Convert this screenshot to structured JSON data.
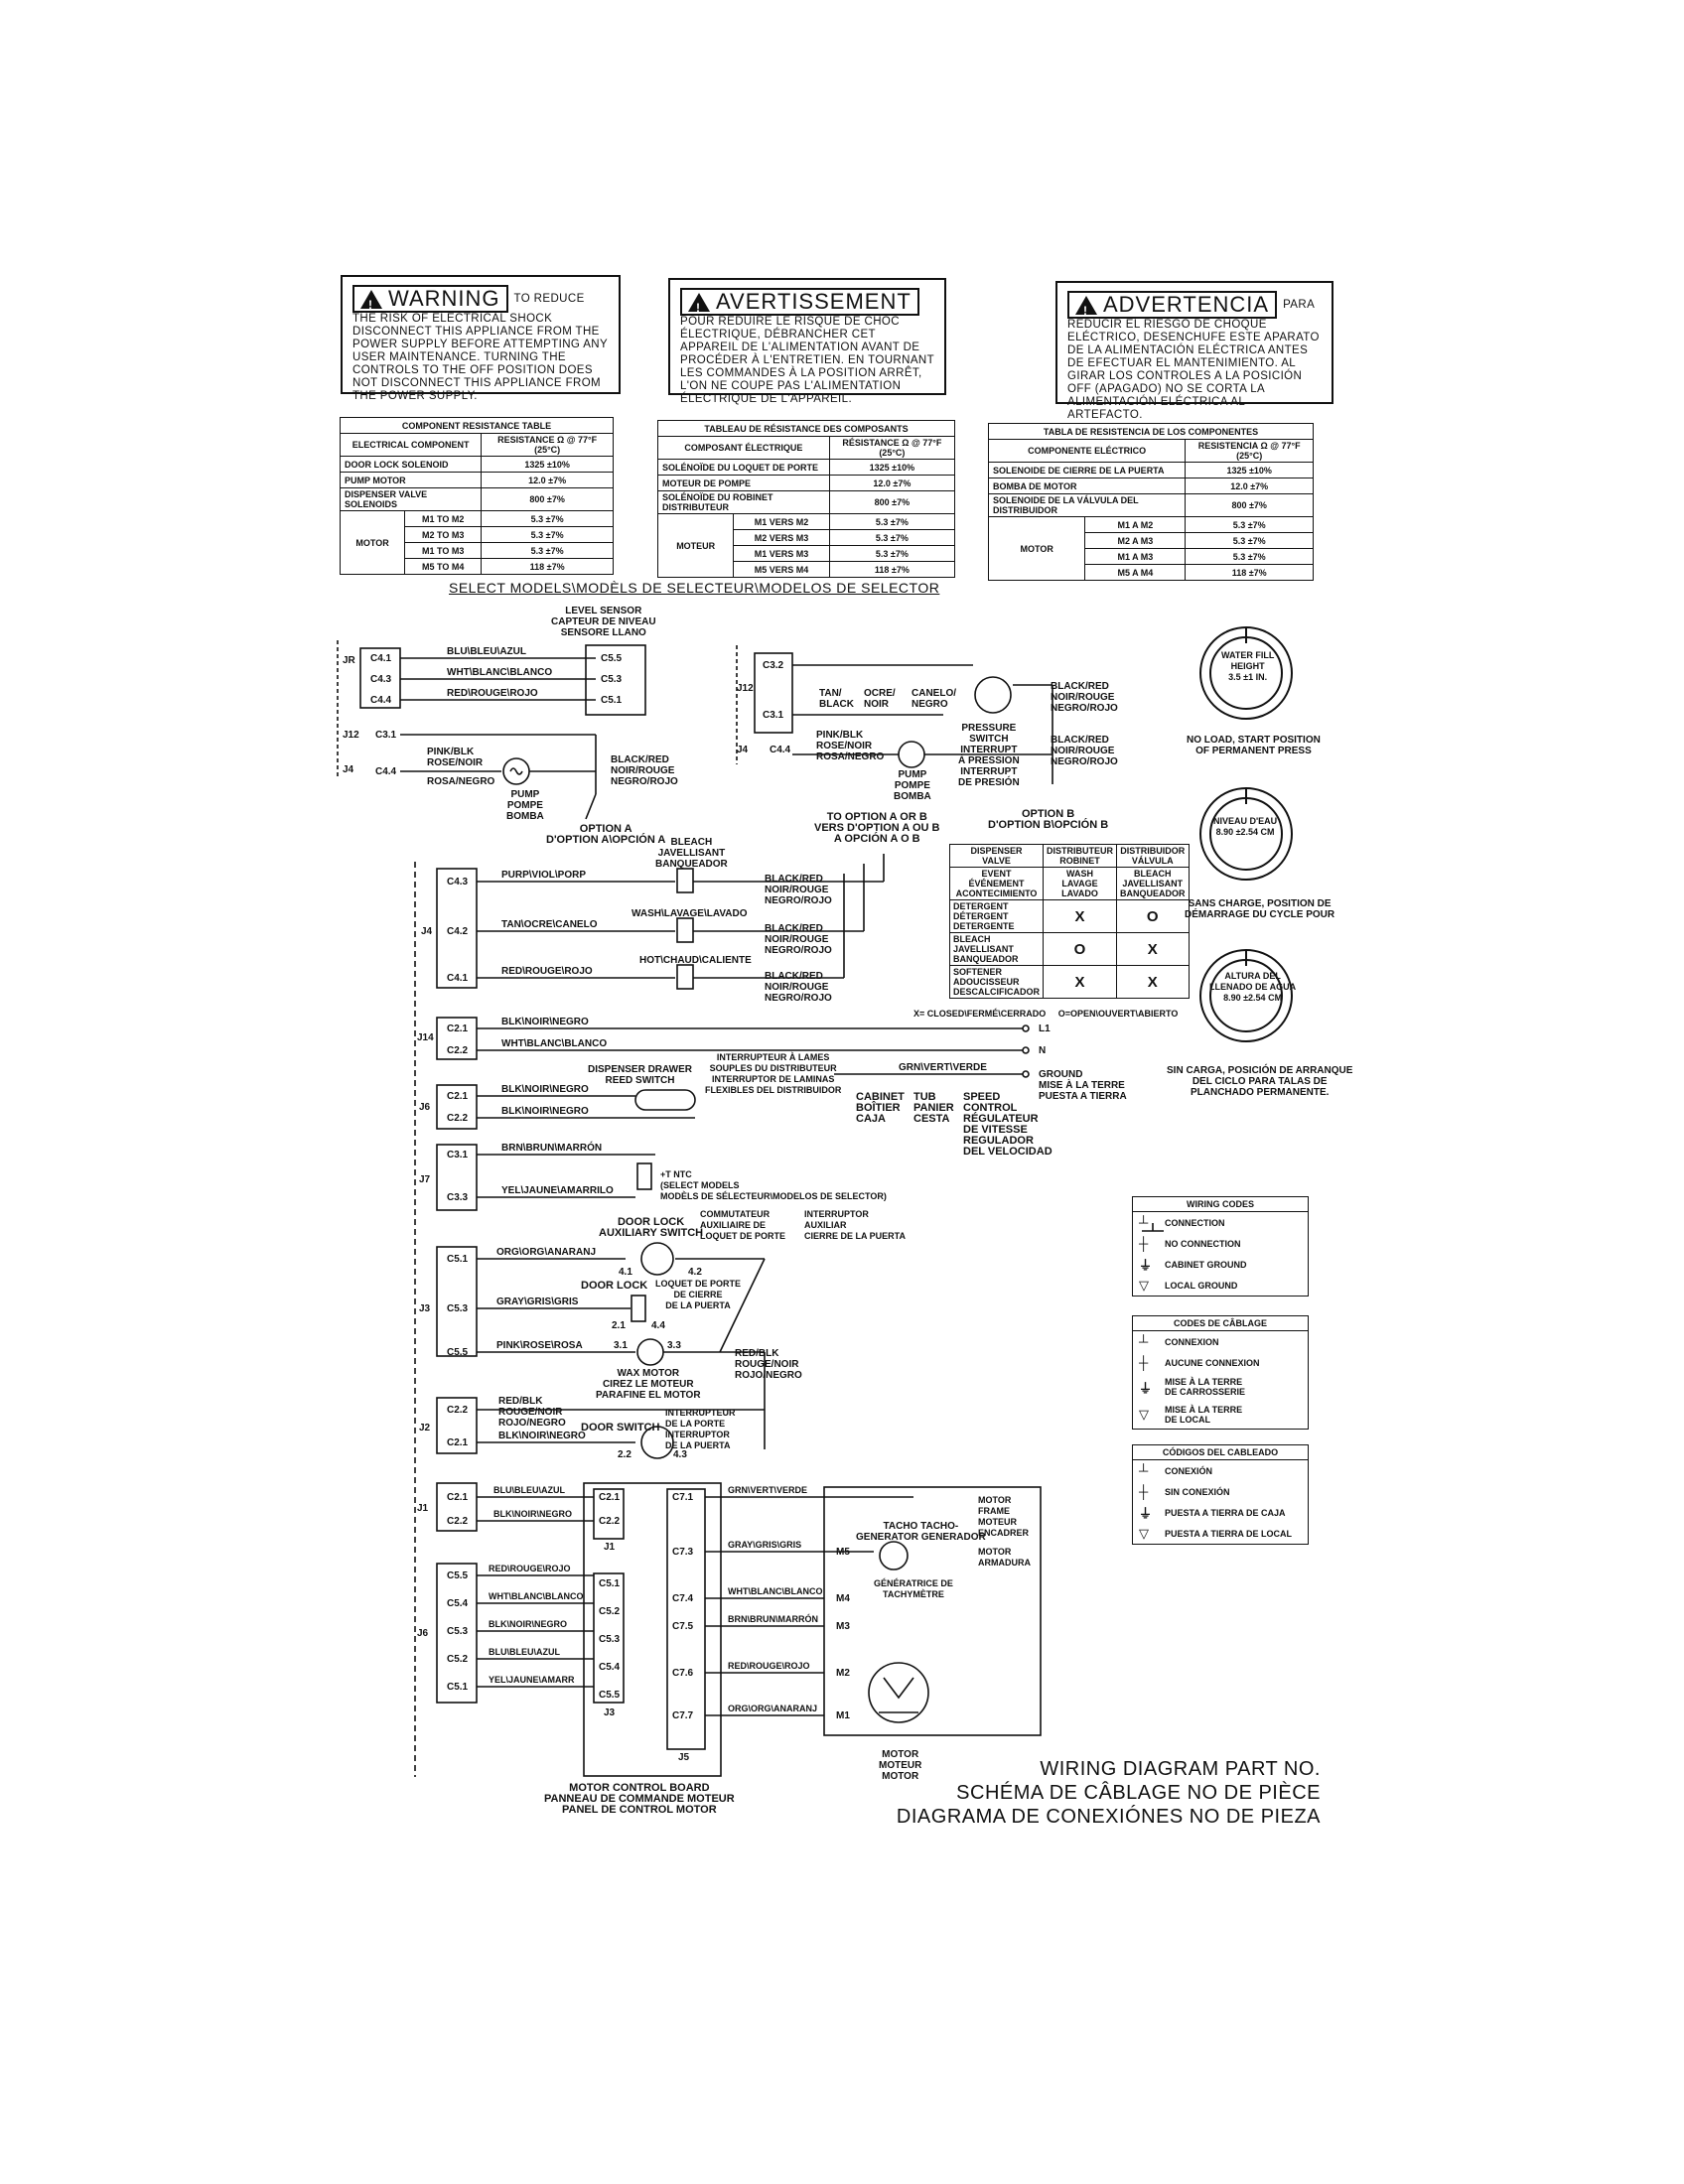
{
  "warnings": {
    "en": {
      "header": "WARNING",
      "text": "TO REDUCE THE RISK OF ELECTRICAL SHOCK DISCONNECT THIS APPLIANCE FROM THE POWER SUPPLY BEFORE ATTEMPTING ANY USER MAINTENANCE. TURNING THE CONTROLS TO THE OFF POSITION DOES NOT DISCONNECT THIS APPLIANCE FROM THE POWER SUPPLY."
    },
    "fr": {
      "header": "AVERTISSEMENT",
      "text": "POUR RÉDUIRE LE RISQUE DE CHOC ÉLECTRIQUE, DÉBRANCHER CET APPAREIL DE L'ALIMENTATION AVANT DE PROCÉDER À L'ENTRETIEN. EN TOURNANT LES COMMANDES À LA POSITION ARRÊT, L'ON NE COUPE PAS L'ALIMENTATION ÉLECTRIQUE DE L'APPAREIL."
    },
    "es": {
      "header": "ADVERTENCIA",
      "text": "PARA REDUCIR EL RIESGO DE CHOQUE ELÉCTRICO, DESENCHUFE ESTE APARATO DE LA ALIMENTACIÓN ELÉCTRICA ANTES DE EFECTUAR EL MANTENIMIENTO. AL GIRAR LOS CONTROLES A LA POSICIÓN OFF (APAGADO) NO SE CORTA LA ALIMENTACIÓN ELÉCTRICA AL ARTEFACTO."
    }
  },
  "resistance_tables": {
    "en": {
      "title": "COMPONENT RESISTANCE TABLE",
      "col1": "ELECTRICAL COMPONENT",
      "col2": "RESISTANCE Ω @ 77°F (25°C)",
      "rows": [
        [
          "DOOR LOCK SOLENOID",
          "1325 ±10%"
        ],
        [
          "PUMP MOTOR",
          "12.0 ±7%"
        ],
        [
          "DISPENSER VALVE SOLENOIDS",
          "800 ±7%"
        ]
      ],
      "motor": "MOTOR",
      "motor_rows": [
        [
          "M1 TO M2",
          "5.3 ±7%"
        ],
        [
          "M2 TO M3",
          "5.3 ±7%"
        ],
        [
          "M1 TO M3",
          "5.3 ±7%"
        ],
        [
          "M5 TO M4",
          "118 ±7%"
        ]
      ]
    },
    "fr": {
      "title": "TABLEAU DE RÉSISTANCE DES COMPOSANTS",
      "col1": "COMPOSANT ÉLECTRIQUE",
      "col2": "RÉSISTANCE Ω @ 77°F (25°C)",
      "rows": [
        [
          "SOLÉNOÏDE DU LOQUET DE PORTE",
          "1325 ±10%"
        ],
        [
          "MOTEUR DE POMPE",
          "12.0 ±7%"
        ],
        [
          "SOLÉNOÏDE DU ROBINET DISTRIBUTEUR",
          "800 ±7%"
        ]
      ],
      "motor": "MOTEUR",
      "motor_rows": [
        [
          "M1 VERS M2",
          "5.3 ±7%"
        ],
        [
          "M2 VERS M3",
          "5.3 ±7%"
        ],
        [
          "M1 VERS M3",
          "5.3 ±7%"
        ],
        [
          "M5 VERS M4",
          "118 ±7%"
        ]
      ]
    },
    "es": {
      "title": "TABLA DE RESISTENCIA DE LOS COMPONENTES",
      "col1": "COMPONENTE ELÉCTRICO",
      "col2": "RESISTENCIA Ω @ 77°F (25°C)",
      "rows": [
        [
          "SOLENOIDE DE CIERRE DE LA PUERTA",
          "1325 ±10%"
        ],
        [
          "BOMBA DE MOTOR",
          "12.0 ±7%"
        ],
        [
          "SOLENOIDE DE LA VÁLVULA DEL DISTRIBUIDOR",
          "800 ±7%"
        ]
      ],
      "motor": "MOTOR",
      "motor_rows": [
        [
          "M1 A M2",
          "5.3 ±7%"
        ],
        [
          "M2 A M3",
          "5.3 ±7%"
        ],
        [
          "M1 A M3",
          "5.3 ±7%"
        ],
        [
          "M5 A M4",
          "118 ±7%"
        ]
      ]
    }
  },
  "select_models": "SELECT MODELS\\MODÈLS DE SELECTEUR\\MODELOS DE SELECTOR",
  "option_a": {
    "level_sensor": "LEVEL SENSOR\nCAPTEUR DE NIVEAU\nSENSORE LLANO",
    "wires": [
      "BLU\\BLEU\\AZUL",
      "WHT\\BLANC\\BLANCO",
      "RED\\ROUGE\\ROJO"
    ],
    "pins_left": [
      "C4.1",
      "C4.3",
      "C4.4"
    ],
    "pins_right": [
      "C5.5",
      "C5.3",
      "C5.1"
    ],
    "j12": "J12",
    "c31": "C3.1",
    "j4": "J4",
    "c44": "C4.4",
    "jr": "JR",
    "pink": "PINK/BLK\nROSE/NOIR",
    "rosa": "ROSA/NEGRO",
    "black": "BLACK/RED\nNOIR/ROUGE\nNEGRO/ROJO",
    "pump": "PUMP\nPOMPE\nBOMBA",
    "caption": "OPTION A\nD'OPTION A\\OPCIÓN A"
  },
  "option_b": {
    "pins": [
      "C3.2",
      "C3.1",
      "C4.4"
    ],
    "j12": "J12",
    "j4": "J4",
    "tan": "TAN/\nBLACK",
    "ocre": "OCRE/\nNOIR",
    "canelo": "CANELO/\nNEGRO",
    "pink": "PINK/BLK\nROSE/NOIR\nROSA/NEGRO",
    "black1": "BLACK/RED\nNOIR/ROUGE\nNEGRO/ROJO",
    "black2": "BLACK/RED\nNOIR/ROUGE\nNEGRO/ROJO",
    "pressure": "PRESSURE\nSWITCH\nINTERRUPT\nÀ PRESSION\nINTERRUPT\nDE PRESIÓN",
    "pump": "PUMP\nPOMPE\nBOMBA",
    "caption": "OPTION B\nD'OPTION B\\OPCIÓN B"
  },
  "dispenser": {
    "to_option": "TO OPTION A OR B\nVERS D'OPTION A OU B\nA OPCIÓN A O B",
    "bleach": "BLEACH\nJAVELLISANT\nBANQUEADOR",
    "wash": "WASH\\LAVAGE\\LAVADO",
    "hot": "HOT\\CHAUD\\CALIENTE",
    "wires": [
      "PURP\\VIOL\\PORP",
      "TAN\\OCRE\\CANELO",
      "RED\\ROUGE\\ROJO"
    ],
    "pins": [
      "C4.3",
      "C4.2",
      "C4.1"
    ],
    "j4": "J4",
    "blacks": [
      "BLACK/RED\nNOIR/ROUGE\nNEGRO/ROJO",
      "BLACK/RED\nNOIR/ROUGE\nNEGRO/ROJO",
      "BLACK/RED\nNOIR/ROUGE\nNEGRO/ROJO"
    ]
  },
  "option_table": {
    "h1": "DISPENSER\nVALVE",
    "h2": "DISTRIBUTEUR\nROBINET",
    "h3": "DISTRIBUIDOR\nVÁLVULA",
    "c1": "EVENT\nÉVÉNEMENT\nACONTECIMIENTO",
    "c2": "WASH\nLAVAGE\nLAVADO",
    "c3": "BLEACH\nJAVELLISANT\nBANQUEADOR",
    "rows": [
      [
        "DETERGENT\nDÉTERGENT\nDETERGENTE",
        "X",
        "O"
      ],
      [
        "BLEACH\nJAVELLISANT\nBANQUEADOR",
        "O",
        "X"
      ],
      [
        "SOFTENER\nADOUCISSEUR\nDESCALCIFICADOR",
        "X",
        "X"
      ]
    ],
    "legend": "X= CLOSED\\FERMÉ\\CERRADO     O=OPEN\\OUVERT\\ABIERTO"
  },
  "power": {
    "j14": "J14",
    "pins": [
      "C2.1",
      "C2.2"
    ],
    "wires": [
      "BLK\\NOIR\\NEGRO",
      "WHT\\BLANC\\BLANCO"
    ],
    "l1": "L1",
    "n": "N",
    "ground": "GROUND\nMISE À LA TERRE\nPUESTA A TIERRA",
    "grn": "GRN\\VERT\\VERDE",
    "cabinet": "CABINET\nBOÎTIER\nCAJA",
    "tub": "TUB\nPANIER\nCESTA",
    "speed": "SPEED\nCONTROL\nRÉGULATEUR\nDE VITESSE\nREGULADOR\nDEL VELOCIDAD"
  },
  "reed": {
    "j6": "J6",
    "pins": [
      "C2.1",
      "C2.2"
    ],
    "wires": [
      "BLK\\NOIR\\NEGRO",
      "BLK\\NOIR\\NEGRO"
    ],
    "dispenser": "DISPENSER DRAWER\nREED SWITCH",
    "fr": "INTERRUPTEUR À LAMES\nSOUPLES DU DISTRIBUTEUR\nINTERRUPTOR DE LAMINAS\nFLEXIBLES DEL DISTRIBUIDOR"
  },
  "ntc": {
    "j7": "J7",
    "pins": [
      "C3.1",
      "C3.3"
    ],
    "wires": [
      "BRN\\BRUN\\MARRÓN",
      "YEL\\JAUNE\\AMARRILO"
    ],
    "label": "+T NTC\n(SELECT MODELS\nMODÈLS DE SÉLECTEUR\\MODELOS DE SELECTOR)"
  },
  "door": {
    "j3": "J3",
    "pins": [
      "C5.1",
      "C5.3",
      "C5.5"
    ],
    "wires": [
      "ORG\\ORG\\ANARANJ",
      "GRAY\\GRIS\\GRIS",
      "PINK\\ROSE\\ROSA"
    ],
    "aux": "DOOR LOCK\nAUXILIARY SWITCH",
    "aux_fr": "COMMUTATEUR\nAUXILIAIRE DE\nLOQUET DE PORTE",
    "aux_es": "INTERRUPTOR\nAUXILIAR\nCIERRE DE LA PUERTA",
    "loquet": "LOQUET DE PORTE\nDE CIERRE\nDE LA PUERTA",
    "lock": "DOOR LOCK",
    "wax": "WAX MOTOR\nCIREZ LE MOTEUR\nPARAFINE EL MOTOR",
    "redblk": "RED/BLK\nROUGE/NOIR\nROJO/NEGRO",
    "n41": "4.1",
    "n42": "4.2",
    "n21": "2.1",
    "n44": "4.4",
    "n31": "3.1",
    "n33": "3.3"
  },
  "door_switch": {
    "j2": "J2",
    "pins": [
      "C2.2",
      "C2.1"
    ],
    "w1": "RED/BLK\nROUGE/NOIR\nROJO/NEGRO",
    "w2": "BLK\\NOIR\\NEGRO",
    "label": "DOOR SWITCH",
    "fr": "INTERRUPTEUR\nDE LA PORTE\nINTERRUPTOR\nDE LA PUERTA",
    "n22": "2.2",
    "n43": "4.3"
  },
  "motor_board": {
    "j1": "J1",
    "j1_pins": [
      "C2.1",
      "C2.2"
    ],
    "j1_wires": [
      "BLU\\BLEU\\AZUL",
      "BLK\\NOIR\\NEGRO"
    ],
    "j6": "J6",
    "j6_pins": [
      "C5.5",
      "C5.4",
      "C5.3",
      "C5.2",
      "C5.1"
    ],
    "j6_wires": [
      "RED\\ROUGE\\ROJO",
      "WHT\\BLANC\\BLANCO",
      "BLK\\NOIR\\NEGRO",
      "BLU\\BLEU\\AZUL",
      "YEL\\JAUNE\\AMARR"
    ],
    "board_j1": [
      "C2.1",
      "C2.2"
    ],
    "board_j3": [
      "C5.1",
      "C5.2",
      "C5.3",
      "C5.4",
      "C5.5"
    ],
    "j1_lbl": "J1",
    "j3_lbl": "J3",
    "j5_lbl": "J5",
    "j5_pins": [
      "C7.1",
      "C7.3",
      "C7.4",
      "C7.5",
      "C7.6",
      "C7.7"
    ],
    "j5_wires": [
      "GRN\\VERT\\VERDE",
      "GRAY\\GRIS\\GRIS",
      "WHT\\BLANC\\BLANCO",
      "BRN\\BRUN\\MARRÓN",
      "RED\\ROUGE\\ROJO",
      "ORG\\ORG\\ANARANJ"
    ],
    "m_labels": [
      "M5",
      "M4",
      "M3",
      "M2",
      "M1"
    ],
    "caption": "MOTOR CONTROL BOARD\nPANNEAU DE COMMANDE MOTEUR\nPANEL DE CONTROL MOTOR",
    "tacho": "TACHO TACHO-\nGENERATOR GENERADOR",
    "tacho_fr": "GÉNÉRATRICE DE\nTACHYMÈTRE",
    "frame": "MOTOR\nFRAME\nMOTEUR\nENCADRER",
    "armadura": "MOTOR\nARMADURA",
    "motor": "MOTOR\nMOTEUR\nMOTOR"
  },
  "dials": [
    {
      "text": "WATER FILL\nHEIGHT\n3.5 ±1 IN.",
      "caption": "NO LOAD, START POSITION\nOF PERMANENT PRESS"
    },
    {
      "text": "NIVEAU D'EAU\n8.90 ±2.54 cm",
      "caption": "SANS CHARGE, POSITION DE\nDÉMARRAGE DU CYCLE POUR"
    },
    {
      "text": "ALTURA DEL\nLLENADO DE AGUA\n8.90 ±2.54 cm",
      "caption": "SIN CARGA, POSICIÓN DE ARRANQUE\nDEL CICLO PARA TALAS DE\nPLANCHADO PERMANENTE."
    }
  ],
  "codes": [
    {
      "title": "WIRING CODES",
      "items": [
        "CONNECTION",
        "NO CONNECTION",
        "CABINET GROUND",
        "LOCAL GROUND"
      ]
    },
    {
      "title": "CODES DE CÂBLAGE",
      "items": [
        "CONNEXION",
        "AUCUNE CONNEXION",
        "MISE À LA TERRE\nDE CARROSSERIE",
        "MISE À LA TERRE\nDE LOCAL"
      ]
    },
    {
      "title": "CÓDIGOS DEL CABLEADO",
      "items": [
        "CONEXIÓN",
        "SIN CONEXIÓN",
        "PUESTA A TIERRA DE CAJA",
        "PUESTA A TIERRA DE LOCAL"
      ]
    }
  ],
  "part_no": {
    "en": "WIRING DIAGRAM PART NO.",
    "fr": "SCHÉMA DE CÂBLAGE NO DE PIÈCE",
    "es": "DIAGRAMA DE CONEXIÓNES NO DE PIEZA"
  }
}
